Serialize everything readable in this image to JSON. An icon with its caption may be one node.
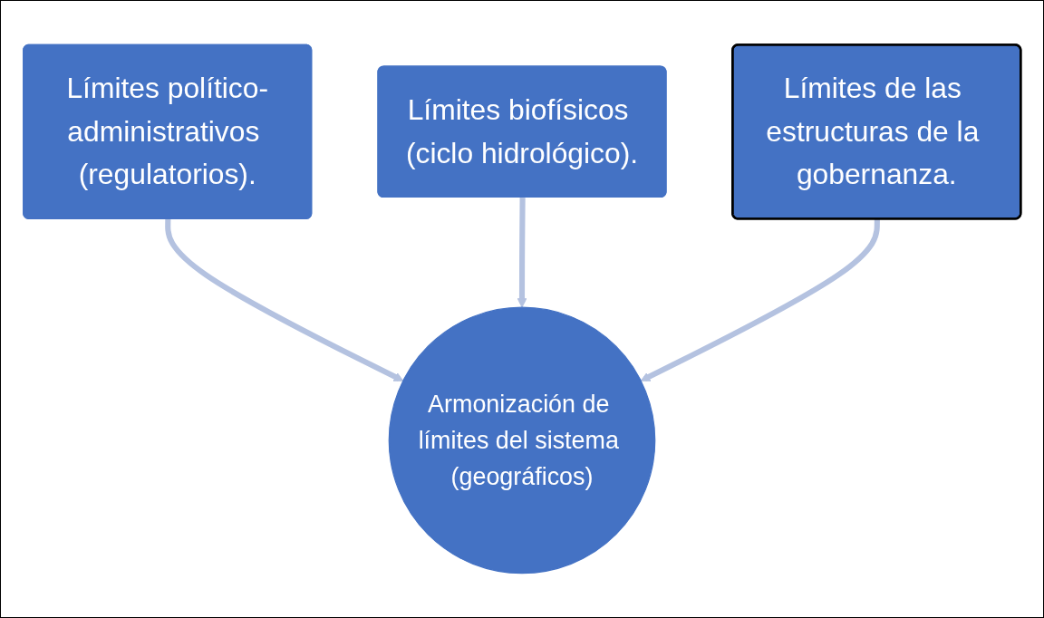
{
  "diagram": {
    "nodes": [
      {
        "text": [
          "Límites político-administrativos (regulatorios)."
        ]
      },
      {
        "text": [
          "Límites biofísicos (ciclo hidrológico)."
        ]
      },
      {
        "text": [
          "Límites de las estructuras de la gobernanza."
        ]
      },
      {
        "text": [
          "Armonización de límites del sistema (geográficos)"
        ]
      }
    ],
    "edges": [
      {
        "from": 0,
        "to": 3,
        "arrow": "to"
      },
      {
        "from": 1,
        "to": 3,
        "arrow": "to"
      },
      {
        "from": 2,
        "to": 3,
        "arrow": "to"
      }
    ]
  }
}
